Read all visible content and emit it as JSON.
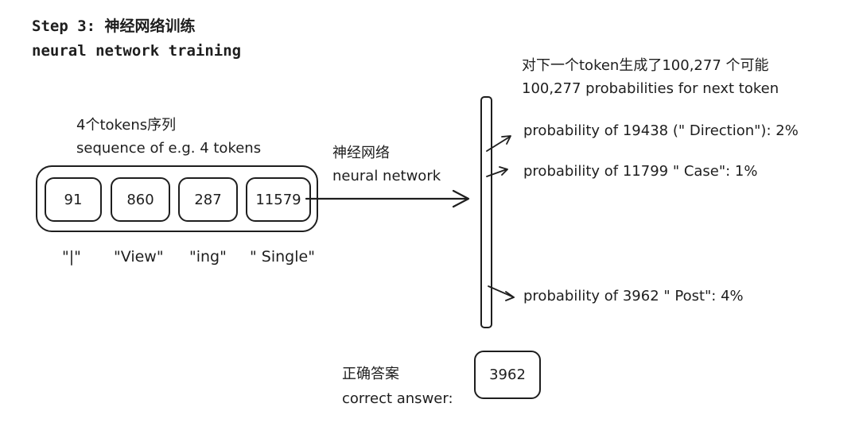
{
  "title": {
    "line1": "Step 3: 神经网络训练",
    "line2": "neural network training"
  },
  "sequence": {
    "label_cn": "4个tokens序列",
    "label_en": "sequence of e.g. 4 tokens",
    "tokens": [
      {
        "id": "91",
        "text": "\"|\""
      },
      {
        "id": "860",
        "text": "\"View\""
      },
      {
        "id": "287",
        "text": "\"ing\""
      },
      {
        "id": "11579",
        "text": "\" Single\""
      }
    ]
  },
  "network": {
    "label_cn": "神经网络",
    "label_en": "neural network"
  },
  "output": {
    "label_cn": "对下一个token生成了100,277 个可能",
    "label_en": "100,277 probabilities for next token",
    "probabilities": [
      "probability of 19438 (\" Direction\"): 2%",
      "probability of 11799 \" Case\": 1%",
      "probability of 3962 \" Post\": 4%"
    ]
  },
  "answer": {
    "label_cn": "正确答案",
    "label_en": "correct answer:",
    "value": "3962"
  }
}
